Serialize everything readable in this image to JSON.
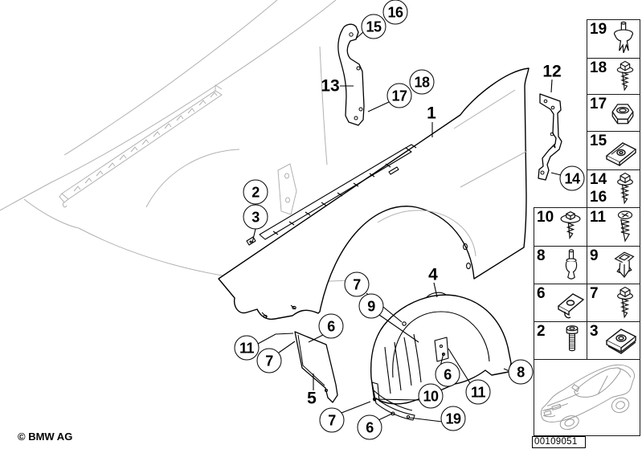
{
  "page": {
    "copyright": "© BMW AG",
    "image_code": "00109051",
    "colors": {
      "background": "#ffffff",
      "line": "#000000",
      "ghost": "#b1b1b1",
      "thumb": "#9a9a9a"
    }
  },
  "diagram": {
    "plain_labels": [
      {
        "label": "1"
      },
      {
        "label": "4"
      },
      {
        "label": "5"
      },
      {
        "label": "12"
      },
      {
        "label": "13"
      }
    ],
    "circled_labels": [
      {
        "label": "16"
      },
      {
        "label": "15"
      },
      {
        "label": "18"
      },
      {
        "label": "17"
      },
      {
        "label": "2"
      },
      {
        "label": "3"
      },
      {
        "label": "14"
      },
      {
        "label": "7"
      },
      {
        "label": "9"
      },
      {
        "label": "6"
      },
      {
        "label": "11"
      },
      {
        "label": "7"
      },
      {
        "label": "6"
      },
      {
        "label": "8"
      },
      {
        "label": "11"
      },
      {
        "label": "10"
      },
      {
        "label": "19"
      },
      {
        "label": "7"
      },
      {
        "label": "6"
      }
    ]
  },
  "sidebar": {
    "cells": [
      {
        "label": "19",
        "icon": "expansion-rivet-icon"
      },
      {
        "label": "18",
        "icon": "tapping-screw-washer-icon"
      },
      {
        "label": "17",
        "icon": "hex-nut-icon"
      },
      {
        "label": "15",
        "icon": "clip-nut-icon"
      },
      {
        "label": "14",
        "label2": "16",
        "icon": "tapping-screw-washer-icon"
      },
      {
        "label": "10",
        "icon": "screw-large-washer-icon"
      },
      {
        "label": "11",
        "icon": "pan-head-screw-icon"
      },
      {
        "label": "8",
        "icon": "expanding-rivet-icon"
      },
      {
        "label": "9",
        "icon": "expansion-nut-icon"
      },
      {
        "label": "6",
        "icon": "clip-nut-icon"
      },
      {
        "label": "7",
        "icon": "tapping-screw-washer-icon"
      },
      {
        "label": "2",
        "icon": "machine-screw-icon"
      },
      {
        "label": "3",
        "icon": "clip-nut-plate-icon"
      }
    ]
  }
}
